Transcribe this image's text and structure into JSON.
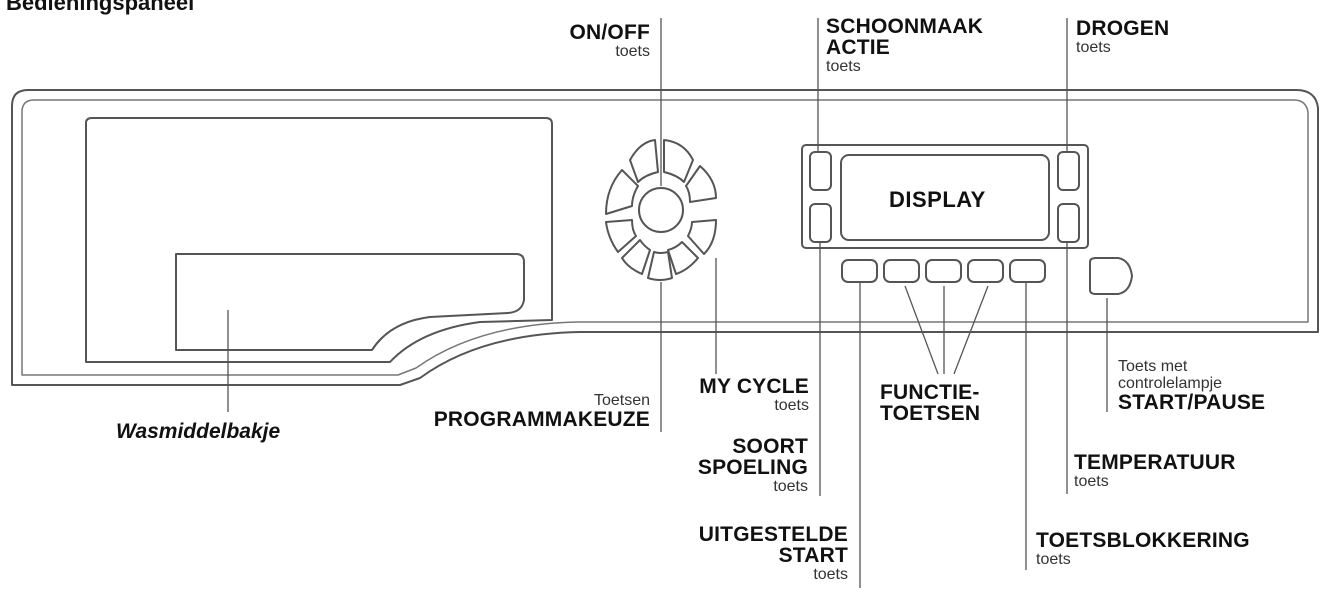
{
  "title": "Bedieningspaneel",
  "display": "DISPLAY",
  "detergent_label": "Wasmiddelbakje",
  "labels": {
    "onoff": {
      "main": "ON/OFF",
      "sub": "toets"
    },
    "schoonmaak": {
      "line1": "SCHOONMAAK",
      "line2": "ACTIE",
      "sub": "toets"
    },
    "drogen": {
      "main": "DROGEN",
      "sub": "toets"
    },
    "programmakeuze": {
      "pre": "Toetsen",
      "main": "PROGRAMMAKEUZE"
    },
    "mycycle": {
      "main": "MY CYCLE",
      "sub": "toets"
    },
    "soortspoeling": {
      "line1": "SOORT",
      "line2": "SPOELING",
      "sub": "toets"
    },
    "uitgestelde": {
      "line1": "UITGESTELDE",
      "line2": "START",
      "sub": "toets"
    },
    "functie": {
      "line1": "FUNCTIE-",
      "line2": "TOETSEN"
    },
    "startpause": {
      "pre1": "Toets met",
      "pre2": "controlelampje",
      "main": "START/PAUSE"
    },
    "temperatuur": {
      "main": "TEMPERATUUR",
      "sub": "toets"
    },
    "toetsblokkering": {
      "main": "TOETSBLOKKERING",
      "sub": "toets"
    }
  }
}
